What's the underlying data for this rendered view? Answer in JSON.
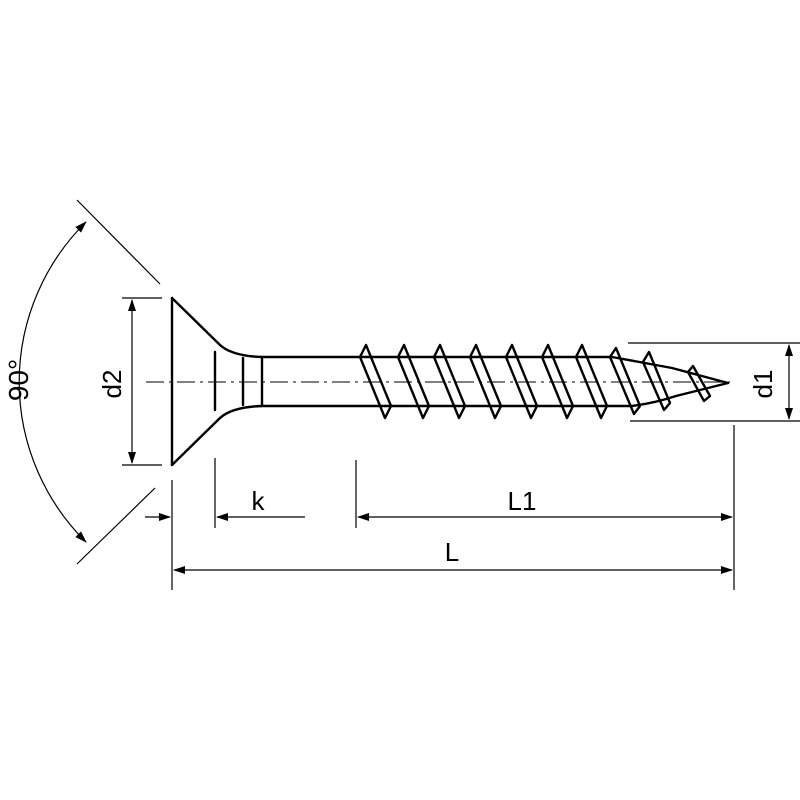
{
  "drawing": {
    "labels": {
      "angle": "90°",
      "head_diameter": "d2",
      "thread_diameter": "d1",
      "head_height": "k",
      "thread_length": "L1",
      "total_length": "L"
    },
    "line_color": "#000000",
    "background": "#ffffff"
  }
}
